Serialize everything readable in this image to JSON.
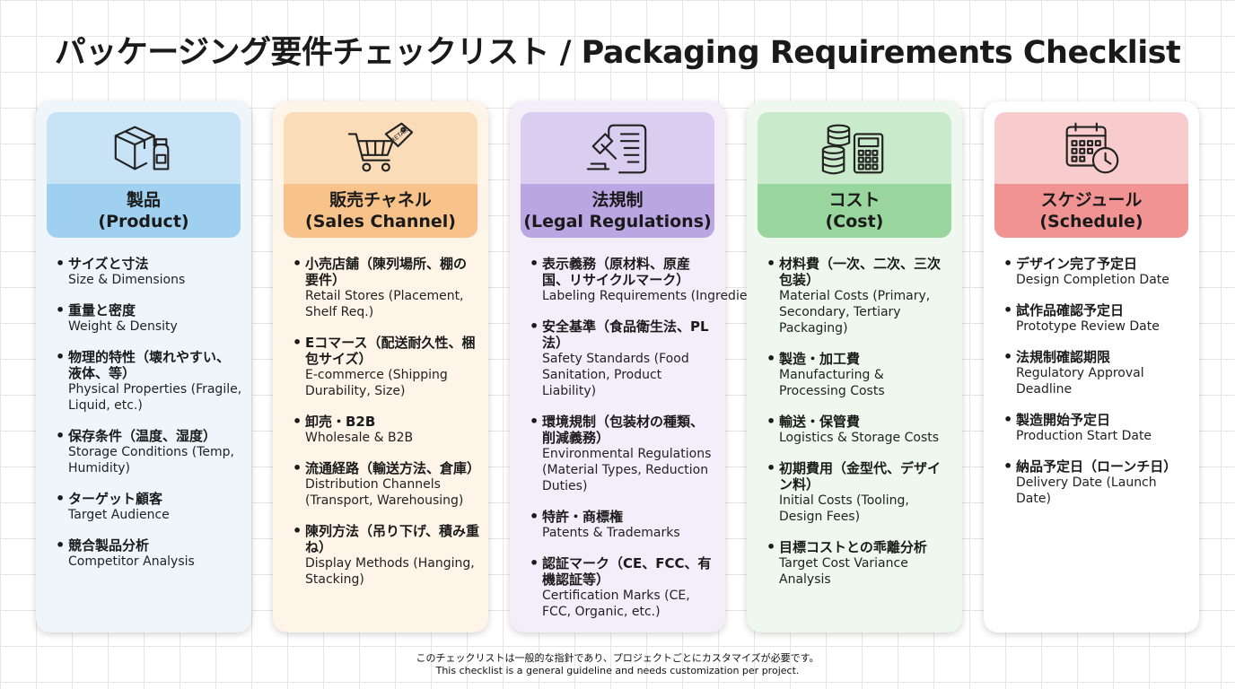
{
  "title": "パッケージング要件チェックリスト / Packaging Requirements Checklist",
  "columns": [
    {
      "heading_jp": "製品",
      "heading_en": "(Product)",
      "icon": "box-and-bottle-icon",
      "items": [
        {
          "jp": "サイズと寸法",
          "en": "Size & Dimensions"
        },
        {
          "jp": "重量と密度",
          "en": "Weight & Density"
        },
        {
          "jp": "物理的特性（壊れやすい、液体、等）",
          "en": "Physical Properties (Fragile, Liquid, etc.)"
        },
        {
          "jp": "保存条件（温度、湿度）",
          "en": "Storage Conditions (Temp, Humidity)"
        },
        {
          "jp": "ターゲット顧客",
          "en": "Target Audience"
        },
        {
          "jp": "競合製品分析",
          "en": "Competitor Analysis"
        }
      ]
    },
    {
      "heading_jp": "販売チャネル",
      "heading_en": "(Sales Channel)",
      "icon": "shopping-cart-icon",
      "tag_text": "RETAIL",
      "items": [
        {
          "jp": "小売店舗（陳列場所、棚の要件）",
          "en": "Retail Stores (Placement, Shelf Req.)"
        },
        {
          "jp": "Eコマース（配送耐久性、梱包サイズ）",
          "en": "E-commerce (Shipping Durability, Size)"
        },
        {
          "jp": "卸売・B2B",
          "en": "Wholesale & B2B"
        },
        {
          "jp": "流通経路（輸送方法、倉庫）",
          "en": "Distribution Channels (Transport, Warehousing)"
        },
        {
          "jp": "陳列方法（吊り下げ、積み重ね）",
          "en": "Display Methods (Hanging, Stacking)"
        }
      ]
    },
    {
      "heading_jp": "法規制",
      "heading_en": "(Legal Regulations)",
      "icon": "gavel-and-scroll-icon",
      "items": [
        {
          "jp": "表示義務（原材料、原産国、リサイクルマーク）",
          "en": "Labeling Requirements (Ingredients, Origin, Recycle"
        },
        {
          "jp": "安全基準（食品衛生法、PL法）",
          "en": "Safety Standards (Food Sanitation, Product Liability)"
        },
        {
          "jp": "環境規制（包装材の種類、削減義務）",
          "en": "Environmental Regulations (Material Types, Reduction Duties)"
        },
        {
          "jp": "特許・商標権",
          "en": "Patents & Trademarks"
        },
        {
          "jp": "認証マーク（CE、FCC、有機認証等）",
          "en": "Certification Marks (CE, FCC, Organic, etc.)"
        }
      ]
    },
    {
      "heading_jp": "コスト",
      "heading_en": "(Cost)",
      "icon": "coins-and-calculator-icon",
      "items": [
        {
          "jp": "材料費（一次、二次、三次包装）",
          "en": "Material Costs (Primary, Secondary, Tertiary Packaging)"
        },
        {
          "jp": "製造・加工費",
          "en": "Manufacturing & Processing Costs"
        },
        {
          "jp": "輸送・保管費",
          "en": "Logistics & Storage Costs"
        },
        {
          "jp": "初期費用（金型代、デザイン料）",
          "en": "Initial Costs (Tooling, Design Fees)"
        },
        {
          "jp": "目標コストとの乖離分析",
          "en": "Target Cost Variance Analysis"
        }
      ]
    },
    {
      "heading_jp": "スケジュール",
      "heading_en": "(Schedule)",
      "icon": "calendar-clock-icon",
      "items": [
        {
          "jp": "デザイン完了予定日",
          "en": "Design Completion Date"
        },
        {
          "jp": "試作品確認予定日",
          "en": "Prototype Review Date"
        },
        {
          "jp": "法規制確認期限",
          "en": "Regulatory Approval Deadline"
        },
        {
          "jp": "製造開始予定日",
          "en": "Production Start Date"
        },
        {
          "jp": "納品予定日（ローンチ日）",
          "en": "Delivery Date (Launch Date)"
        }
      ]
    }
  ],
  "footer": {
    "jp": "このチェックリストは一般的な指針であり、プロジェクトごとにカスタマイズが必要です。",
    "en": "This checklist is a general guideline and needs customization per project."
  },
  "colors": {
    "product": {
      "card": "#eef6fc",
      "head_top": "#c9e3f6",
      "head_bottom": "#9fd0f0"
    },
    "sales": {
      "card": "#fef4e8",
      "head_top": "#fbdcb8",
      "head_bottom": "#f8c38b"
    },
    "legal": {
      "card": "#f3eefa",
      "head_top": "#d9cdf0",
      "head_bottom": "#b9a6e2"
    },
    "cost": {
      "card": "#eef8ee",
      "head_top": "#c9eacb",
      "head_bottom": "#98d69e"
    },
    "schedule": {
      "card": "#ffffff",
      "head_top": "#f8cccc",
      "head_bottom": "#f29393"
    }
  }
}
